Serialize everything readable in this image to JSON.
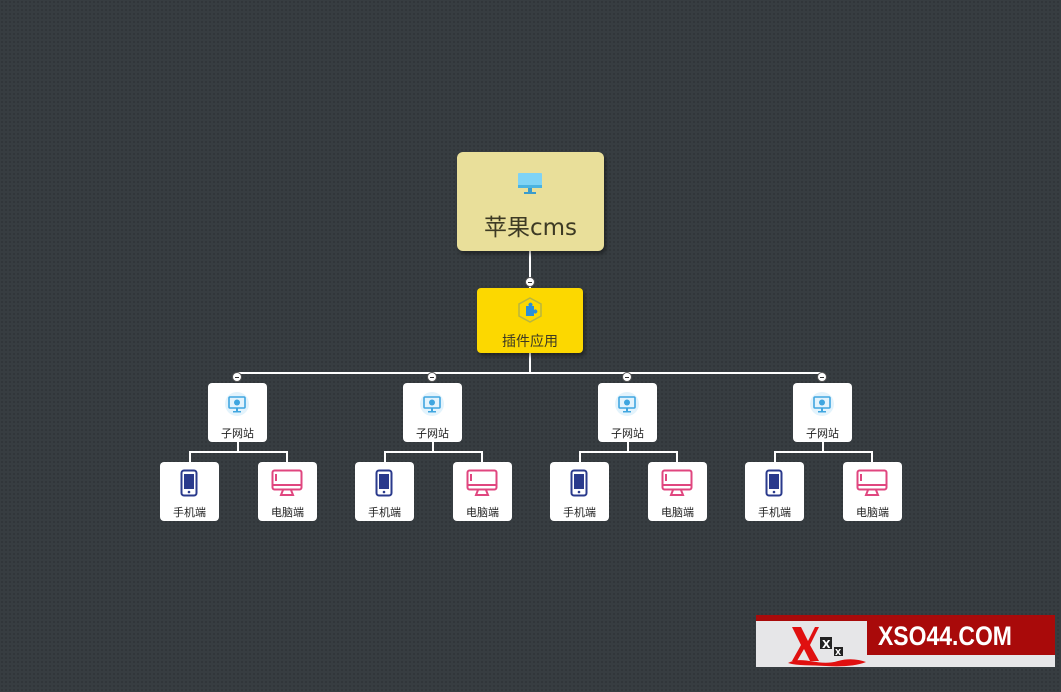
{
  "root": {
    "label": "苹果cms",
    "icon": "monitor-icon"
  },
  "plugin": {
    "label": "插件应用",
    "icon": "puzzle-icon"
  },
  "sites": [
    {
      "label": "子网站",
      "children": [
        {
          "label": "手机端"
        },
        {
          "label": "电脑端"
        }
      ]
    },
    {
      "label": "子网站",
      "children": [
        {
          "label": "手机端"
        },
        {
          "label": "电脑端"
        }
      ]
    },
    {
      "label": "子网站",
      "children": [
        {
          "label": "手机端"
        },
        {
          "label": "电脑端"
        }
      ]
    },
    {
      "label": "子网站",
      "children": [
        {
          "label": "手机端"
        },
        {
          "label": "电脑端"
        }
      ]
    }
  ],
  "watermark": {
    "text": "XSO44.COM"
  },
  "colors": {
    "root": "#e9df9a",
    "plugin": "#fcd800",
    "mobile": "#2a3a8c",
    "desktop": "#e0467f",
    "site": "#3fa6e0"
  }
}
